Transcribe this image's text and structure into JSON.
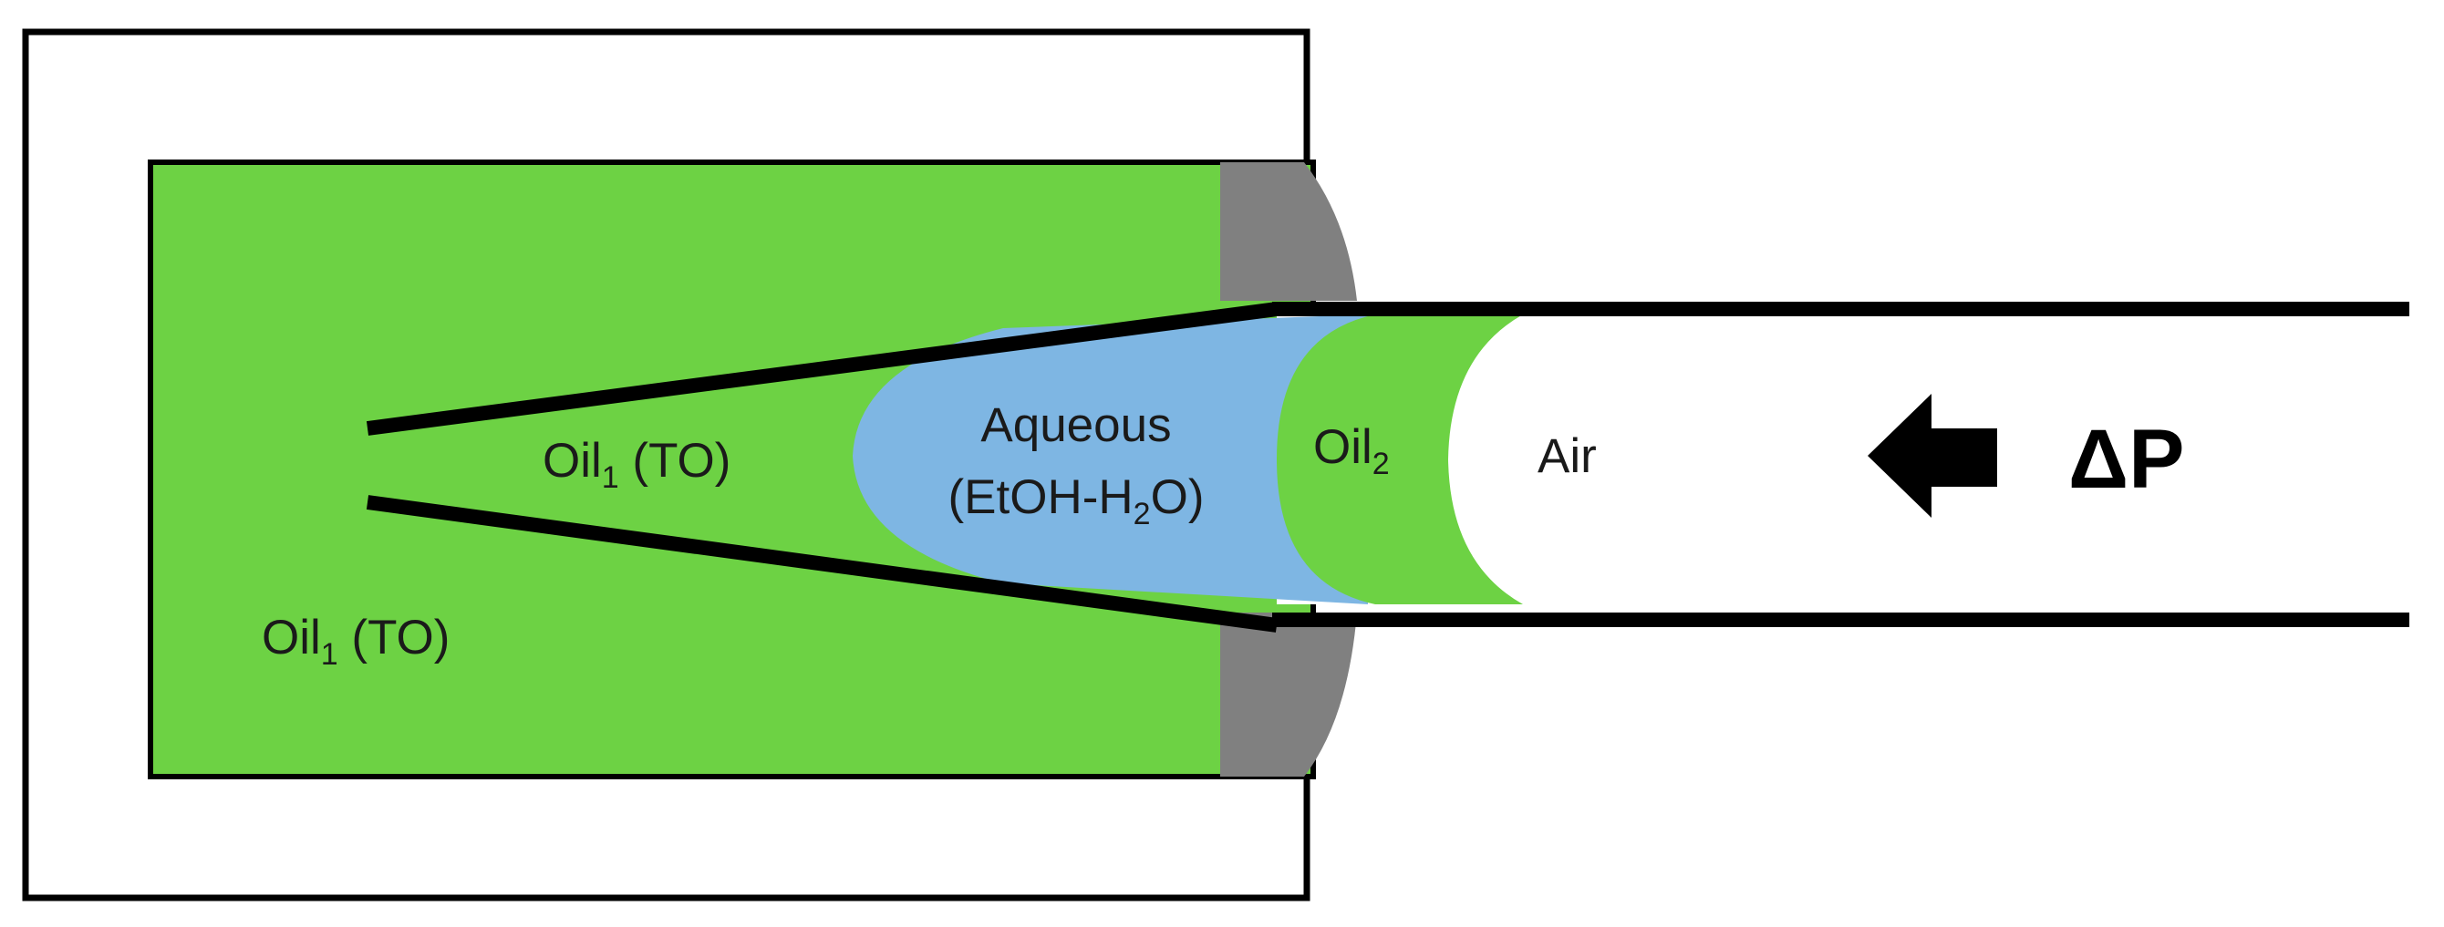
{
  "labels": {
    "oil1_inner": {
      "main": "Oil",
      "sub": "1",
      "suffix": " (TO)"
    },
    "oil1_outer": {
      "main": "Oil",
      "sub": "1",
      "suffix": " (TO)"
    },
    "aqueous_line1": "Aqueous",
    "aqueous_line2": {
      "pre": "(EtOH-H",
      "sub": "2",
      "post": "O)"
    },
    "oil2": {
      "main": "Oil",
      "sub": "2"
    },
    "air": "Air",
    "pressure": "ΔP"
  },
  "icons": {
    "arrow": "arrow-left-icon"
  },
  "colors": {
    "oil": "#6dd244",
    "aqueous": "#7eb6e3",
    "seal": "#808080",
    "wall": "#000000",
    "background": "#ffffff"
  }
}
